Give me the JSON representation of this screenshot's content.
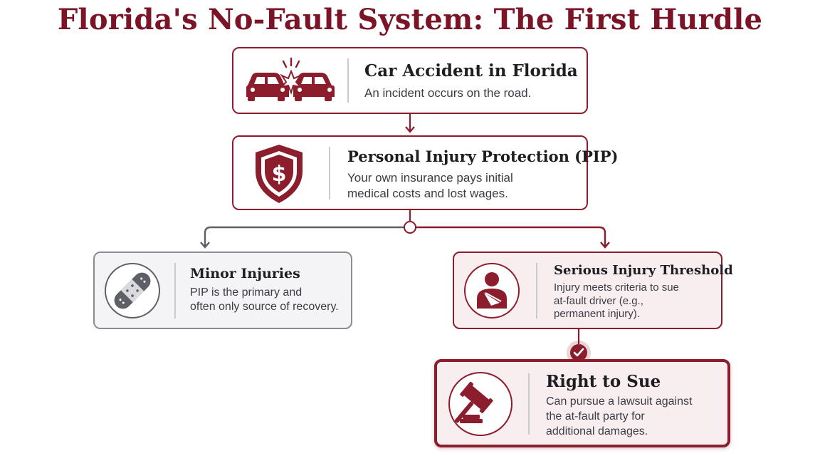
{
  "title": "Florida's No-Fault System: The First Hurdle",
  "nodes": {
    "accident": {
      "title": "Car Accident in Florida",
      "desc": "An incident occurs on the road.",
      "icon": "car-crash-icon"
    },
    "pip": {
      "title": "Personal Injury Protection (PIP)",
      "desc_lines": [
        "Your own insurance pays initial",
        "medical costs and lost wages."
      ],
      "icon": "shield-dollar-icon"
    },
    "minor": {
      "title": "Minor Injuries",
      "desc_lines": [
        "PIP is the primary and",
        "often only source of recovery."
      ],
      "icon": "bandage-icon"
    },
    "serious": {
      "title": "Serious Injury Threshold",
      "desc_lines": [
        "Injury meets criteria to sue",
        "at-fault driver (e.g.,",
        "permanent injury)."
      ],
      "icon": "injured-person-icon"
    },
    "sue": {
      "title": "Right to Sue",
      "desc_lines": [
        "Can pursue a lawsuit against",
        "the at-fault party for",
        "additional damages."
      ],
      "icon": "gavel-icon"
    }
  },
  "colors": {
    "brand": "#8b1d2c",
    "title": "#7a1426",
    "grey": "#5f5f68",
    "pink_fill": "#f9eeef"
  }
}
